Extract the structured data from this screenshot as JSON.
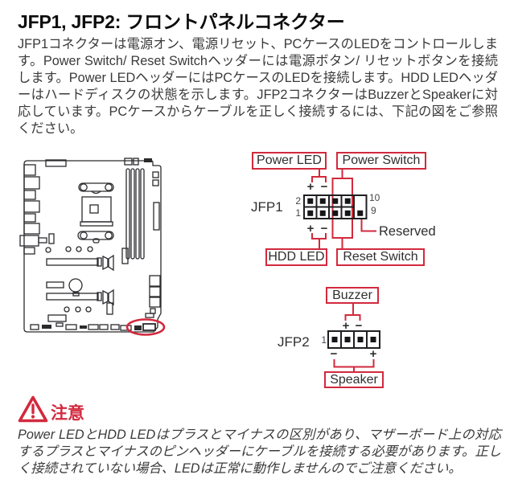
{
  "page": {
    "title": "JFP1, JFP2: フロントパネルコネクター",
    "intro": "JFP1コネクターは電源オン、電源リセット、PCケースのLEDをコントロールします。Power Switch/ Reset Switchヘッダーには電源ボタン/ リセットボタンを接続します。Power LEDヘッダーにはPCケースのLEDを接続します。HDD LEDヘッダーはハードディスクの状態を示します。JFP2コネクターはBuzzerとSpeakerに対応しています。PCケースからケーブルを正しく接続するには、下記の図をご参照ください。"
  },
  "symbols": {
    "plus": "+",
    "minus": "−"
  },
  "jfp1": {
    "name": "JFP1",
    "power_led": "Power LED",
    "power_switch": "Power Switch",
    "hdd_led": "HDD LED",
    "reset_switch": "Reset Switch",
    "reserved": "Reserved",
    "pin_top_left": "2",
    "pin_bottom_left": "1",
    "pin_top_right": "10",
    "pin_bottom_right": "9"
  },
  "jfp2": {
    "name": "JFP2",
    "buzzer": "Buzzer",
    "speaker": "Speaker",
    "pin_first": "1"
  },
  "caution": {
    "heading": "注意",
    "body": "Power LEDとHDD LEDはプラスとマイナスの区別があり、マザーボード上の対応するプラスとマイナスのピンヘッダーにケーブルを接続する必要があります。正しく接続されていない場合、LEDは正常に動作しませんのでご注意ください。"
  },
  "colors": {
    "accent_red": "#d2293d",
    "body_text": "#3a3a3c",
    "line_black": "#2b2b2e"
  }
}
